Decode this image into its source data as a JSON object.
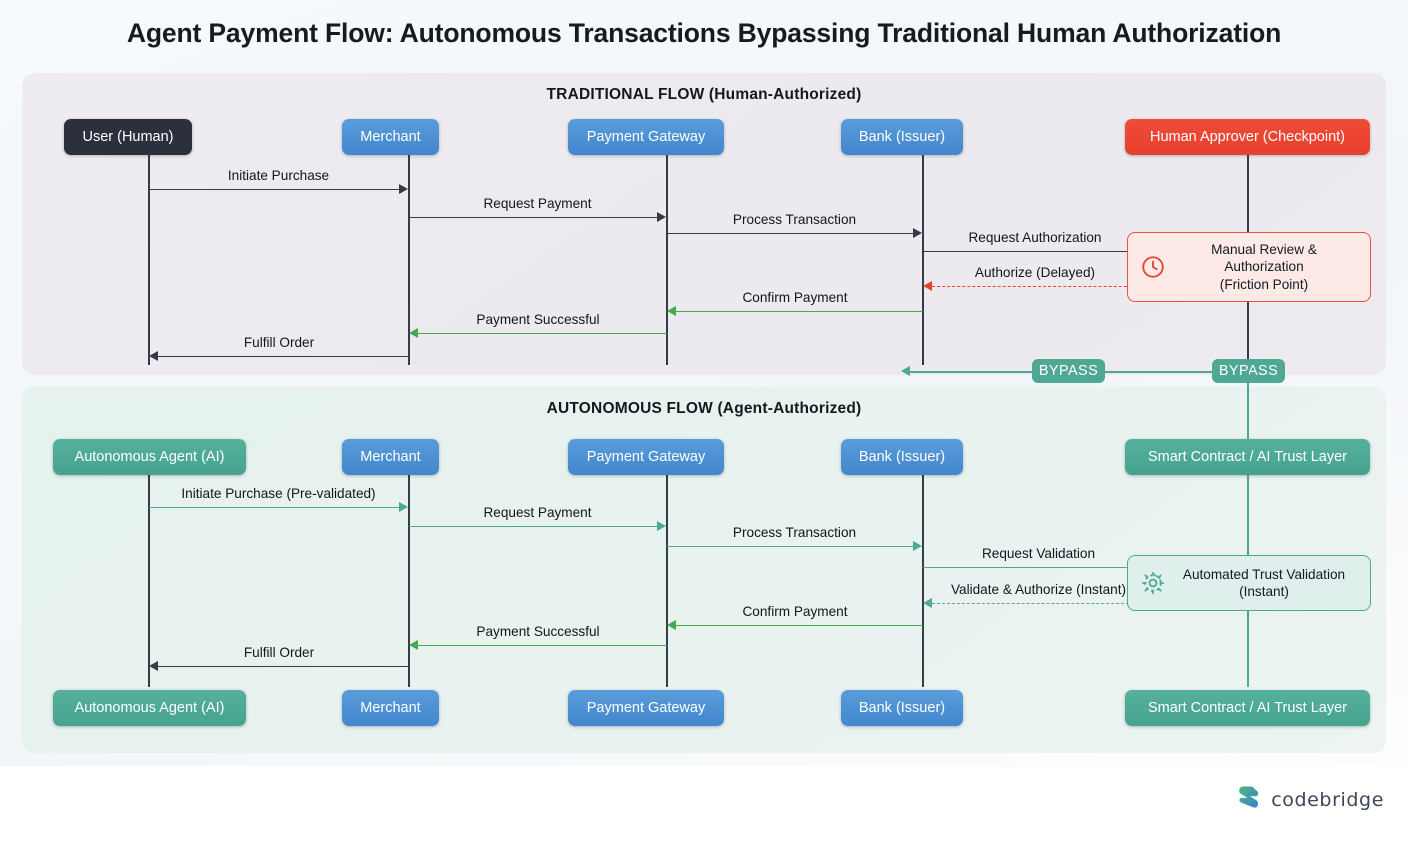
{
  "title": "Agent Payment Flow: Autonomous Transactions Bypassing Traditional Human Authorization",
  "colors": {
    "dark_actor": "#2c303c",
    "blue_actor": "#4286cd",
    "red_actor": "#e8412d",
    "teal_actor": "#45a38e",
    "green_arrow": "#42a94f",
    "teal_arrow": "#4fa894",
    "dark_arrow": "#363b47",
    "red_arrow": "#e8412d",
    "traditional_panel_bg": "#eceaee",
    "autonomous_panel_bg": "#e8f2ef"
  },
  "traditional": {
    "heading": "TRADITIONAL FLOW (Human-Authorized)",
    "actors": [
      {
        "label": "User (Human)",
        "style": "dark"
      },
      {
        "label": "Merchant",
        "style": "blue"
      },
      {
        "label": "Payment Gateway",
        "style": "blue"
      },
      {
        "label": "Bank (Issuer)",
        "style": "blue"
      },
      {
        "label": "Human Approver (Checkpoint)",
        "style": "red"
      }
    ],
    "messages": [
      {
        "label": "Initiate Purchase",
        "color": "dark",
        "dir": "right"
      },
      {
        "label": "Request Payment",
        "color": "dark",
        "dir": "right"
      },
      {
        "label": "Process Transaction",
        "color": "dark",
        "dir": "right"
      },
      {
        "label": "Request Authorization",
        "color": "dark",
        "dir": "right"
      },
      {
        "label": "Authorize (Delayed)",
        "color": "red",
        "dir": "left",
        "dashed": true
      },
      {
        "label": "Confirm Payment",
        "color": "green",
        "dir": "left"
      },
      {
        "label": "Payment Successful",
        "color": "green",
        "dir": "left"
      },
      {
        "label": "Fulfill Order",
        "color": "dark",
        "dir": "left"
      }
    ],
    "note": {
      "lines": [
        "Manual Review &",
        "Authorization",
        "(Friction Point)"
      ],
      "icon": "clock-icon"
    }
  },
  "bypass": {
    "label_left": "BYPASS",
    "label_right": "BYPASS"
  },
  "autonomous": {
    "heading": "AUTONOMOUS FLOW (Agent-Authorized)",
    "actors": [
      {
        "label": "Autonomous Agent (AI)",
        "style": "teal"
      },
      {
        "label": "Merchant",
        "style": "blue"
      },
      {
        "label": "Payment Gateway",
        "style": "blue"
      },
      {
        "label": "Bank (Issuer)",
        "style": "blue"
      },
      {
        "label": "Smart Contract / AI Trust Layer",
        "style": "teal"
      }
    ],
    "footers": [
      {
        "label": "Autonomous Agent (AI)",
        "style": "teal"
      },
      {
        "label": "Merchant",
        "style": "blue"
      },
      {
        "label": "Payment Gateway",
        "style": "blue"
      },
      {
        "label": "Bank (Issuer)",
        "style": "blue"
      },
      {
        "label": "Smart Contract / AI Trust Layer",
        "style": "teal"
      }
    ],
    "messages": [
      {
        "label": "Initiate Purchase (Pre-validated)",
        "color": "teal",
        "dir": "right"
      },
      {
        "label": "Request Payment",
        "color": "teal",
        "dir": "right"
      },
      {
        "label": "Process Transaction",
        "color": "teal",
        "dir": "right"
      },
      {
        "label": "Request Validation",
        "color": "teal",
        "dir": "right"
      },
      {
        "label": "Validate & Authorize (Instant)",
        "color": "teal",
        "dir": "left",
        "dashed": true
      },
      {
        "label": "Confirm Payment",
        "color": "green",
        "dir": "left"
      },
      {
        "label": "Payment Successful",
        "color": "green",
        "dir": "left"
      },
      {
        "label": "Fulfill Order",
        "color": "dark",
        "dir": "left"
      }
    ],
    "note": {
      "lines": [
        "Automated Trust Validation",
        "(Instant)"
      ],
      "icon": "gear-icon"
    }
  },
  "footer": {
    "brand": "codebridge",
    "logo_icon": "codebridge-logo-icon"
  }
}
